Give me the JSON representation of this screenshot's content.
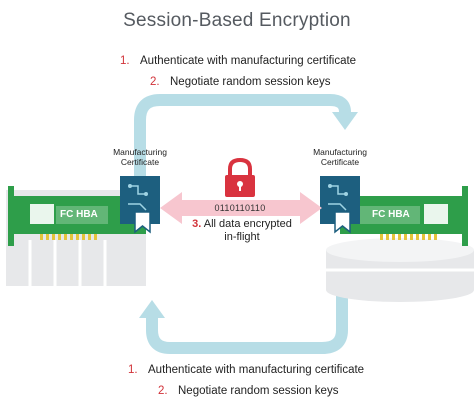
{
  "title": "Session-Based Encryption",
  "top_steps": [
    {
      "num": "1.",
      "text": "Authenticate with manufacturing certificate"
    },
    {
      "num": "2.",
      "text": "Negotiate random session keys"
    }
  ],
  "bottom_steps": [
    {
      "num": "1.",
      "text": "Authenticate with manufacturing certificate"
    },
    {
      "num": "2.",
      "text": "Negotiate random session keys"
    }
  ],
  "left_cert_label": [
    "Manufacturing",
    "Certificate"
  ],
  "right_cert_label": [
    "Manufacturing",
    "Certificate"
  ],
  "binary": "0110110110",
  "center_step": {
    "num": "3.",
    "text_line1": "All data encrypted",
    "text_line2": "in-flight"
  },
  "left_hba_label": "FC HBA",
  "right_hba_label": "FC HBA",
  "colors": {
    "arrow": "#b7dde6",
    "pink_arrow": "#f7c6cf",
    "lock": "#d9333f",
    "card_green": "#2e9e4a",
    "cert_navy": "#1d5f7f",
    "server_gray": "#e7e8ea",
    "number_red": "#d13239"
  }
}
